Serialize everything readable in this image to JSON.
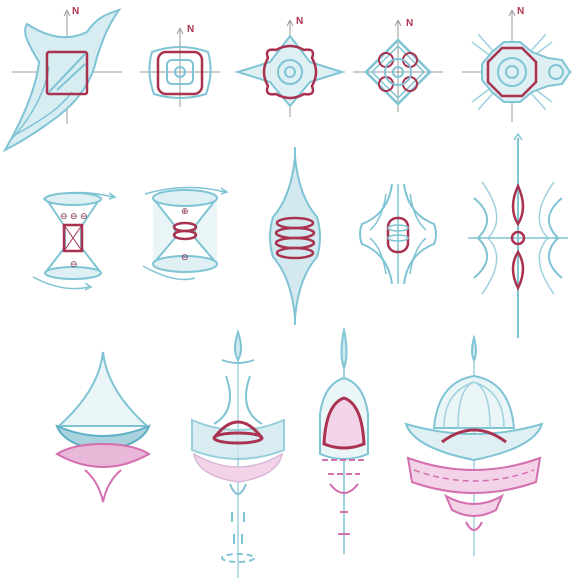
{
  "colors": {
    "teal": "#7fc4d4",
    "teal_dark": "#4ea6bb",
    "teal_fill": "#cfe8ef",
    "crimson": "#a8324f",
    "pink": "#d46fb0",
    "pink_fill": "#f3d3e8",
    "axis": "#9a9a9a"
  },
  "north_label": "N",
  "row1": [
    {
      "name": "compass-figure-1"
    },
    {
      "name": "compass-figure-2"
    },
    {
      "name": "compass-figure-3"
    },
    {
      "name": "compass-figure-4"
    },
    {
      "name": "compass-figure-5"
    }
  ],
  "row2": [
    {
      "name": "vortex-figure-1",
      "signs": [
        "⊖",
        "⊖",
        "⊖",
        "⊖"
      ]
    },
    {
      "name": "vortex-figure-2",
      "signs": [
        "⊕",
        "⊖"
      ]
    },
    {
      "name": "spindle-figure-1"
    },
    {
      "name": "spindle-figure-2"
    },
    {
      "name": "spindle-figure-3"
    }
  ],
  "row3": [
    {
      "name": "tower-figure-1"
    },
    {
      "name": "tower-figure-2"
    },
    {
      "name": "tower-figure-3"
    },
    {
      "name": "tower-figure-4"
    }
  ]
}
